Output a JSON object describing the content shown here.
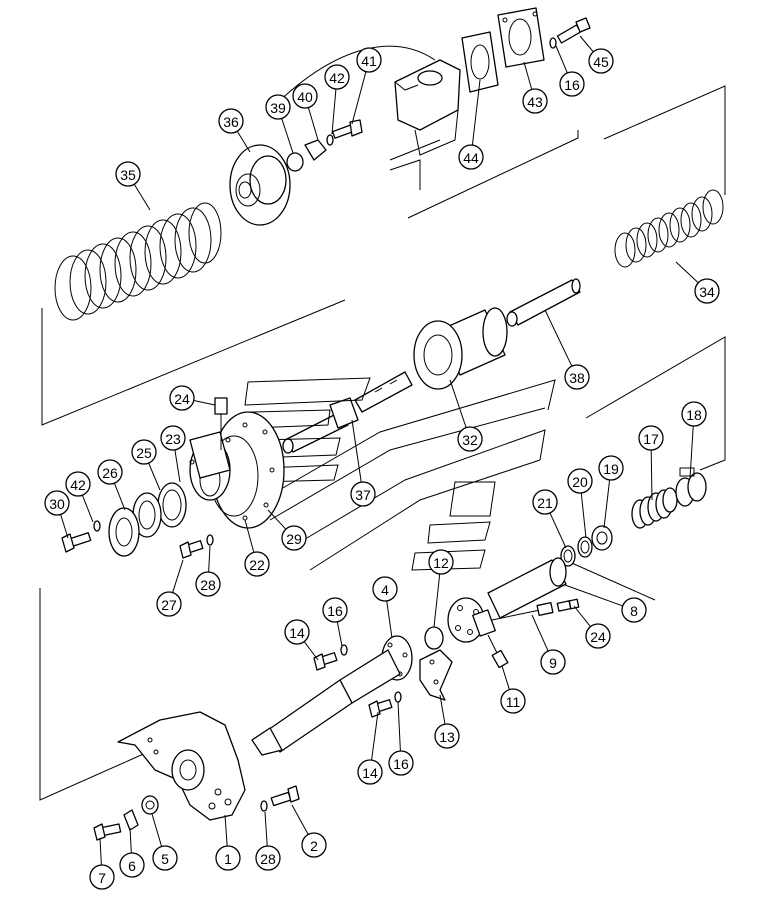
{
  "callouts": [
    {
      "label": "45"
    },
    {
      "label": "16"
    },
    {
      "label": "43"
    },
    {
      "label": "44"
    },
    {
      "label": "41"
    },
    {
      "label": "42"
    },
    {
      "label": "40"
    },
    {
      "label": "39"
    },
    {
      "label": "36"
    },
    {
      "label": "35"
    },
    {
      "label": "34"
    },
    {
      "label": "38"
    },
    {
      "label": "32"
    },
    {
      "label": "24"
    },
    {
      "label": "23"
    },
    {
      "label": "25"
    },
    {
      "label": "26"
    },
    {
      "label": "42"
    },
    {
      "label": "30"
    },
    {
      "label": "37"
    },
    {
      "label": "29"
    },
    {
      "label": "22"
    },
    {
      "label": "28"
    },
    {
      "label": "27"
    },
    {
      "label": "18"
    },
    {
      "label": "17"
    },
    {
      "label": "19"
    },
    {
      "label": "20"
    },
    {
      "label": "21"
    },
    {
      "label": "12"
    },
    {
      "label": "4"
    },
    {
      "label": "8"
    },
    {
      "label": "16"
    },
    {
      "label": "14"
    },
    {
      "label": "9"
    },
    {
      "label": "24"
    },
    {
      "label": "11"
    },
    {
      "label": "13"
    },
    {
      "label": "14"
    },
    {
      "label": "16"
    },
    {
      "label": "2"
    },
    {
      "label": "28"
    },
    {
      "label": "1"
    },
    {
      "label": "5"
    },
    {
      "label": "6"
    },
    {
      "label": "7"
    }
  ]
}
